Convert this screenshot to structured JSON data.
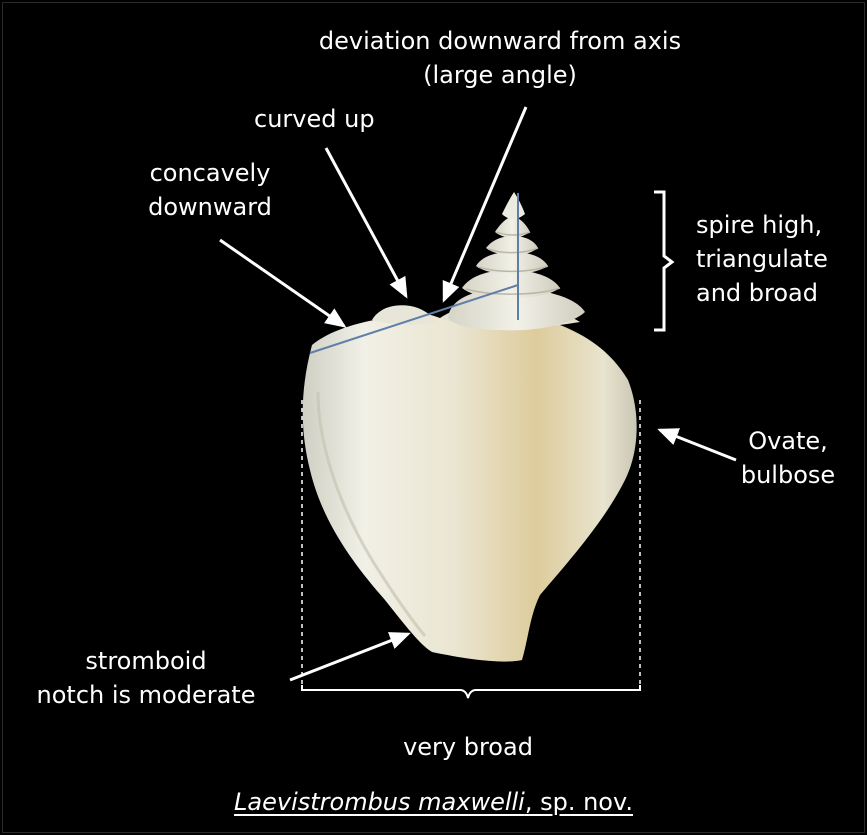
{
  "annotations": {
    "deviation": {
      "line1": "deviation downward from axis",
      "line2": "(large angle)"
    },
    "curved_up": "curved up",
    "concavely": {
      "line1": "concavely",
      "line2": "downward"
    },
    "spire": {
      "line1": "spire high,",
      "line2": "triangulate",
      "line3": "and broad"
    },
    "ovate": {
      "line1": "Ovate,",
      "line2": "bulbose"
    },
    "stromboid": {
      "line1": "stromboid",
      "line2": "notch is moderate"
    },
    "breadth": "very broad"
  },
  "caption": {
    "species": "Laevistrombus maxwelli",
    "suffix": ", sp. nov."
  },
  "colors": {
    "background": "#000000",
    "text": "#ffffff",
    "axis_line": "#5f7fa8",
    "shell_light": "#efeee2",
    "shell_tan": "#d9c797"
  }
}
